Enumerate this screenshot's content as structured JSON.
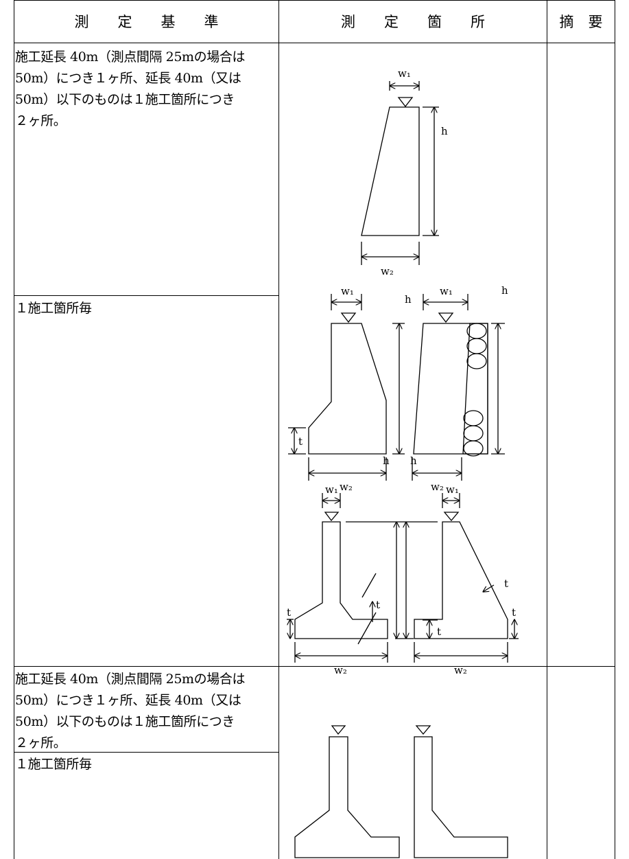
{
  "table": {
    "headers": {
      "criteria": "測　　定　　基　　準",
      "location": "測　　定　　箇　　所",
      "summary": "摘　要"
    },
    "rows": [
      {
        "criteria": "施工延長 40m（測点間隔 25mの場合は\n50m）につき１ヶ所、延長 40m（又は\n50m）以下のものは１施工箇所につき\n２ヶ所。"
      },
      {
        "criteria": "１施工箇所毎"
      },
      {
        "criteria": "施工延長 40m（測点間隔 25mの場合は\n50m）につき１ヶ所、延長 40m（又は\n50m）以下のものは１施工箇所につき\n２ヶ所。"
      },
      {
        "criteria": "１施工箇所毎"
      }
    ]
  },
  "diagram_labels": {
    "w1": "w₁",
    "w2": "w₂",
    "h": "h",
    "t": "t"
  }
}
